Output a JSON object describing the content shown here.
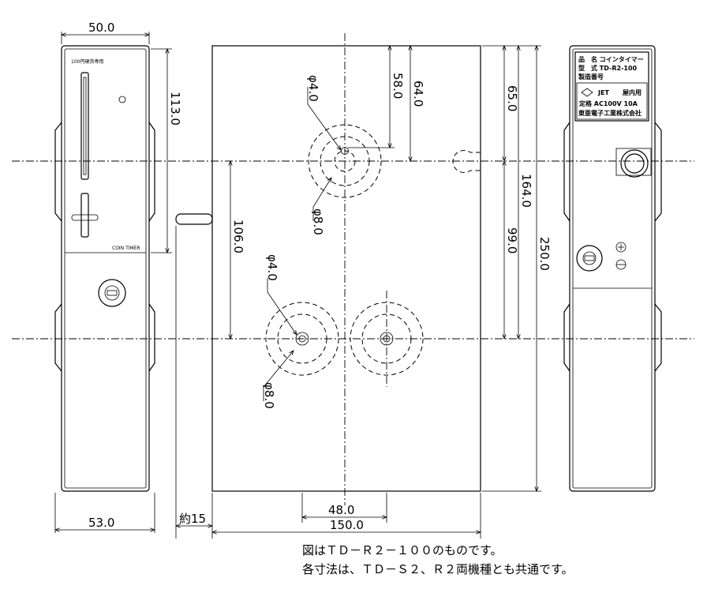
{
  "dimensions": {
    "width_front_top": "50.0",
    "width_front_bottom": "53.0",
    "height_slot": "113.0",
    "offset_15": "約15",
    "hole_spacing": "48.0",
    "plate_width": "150.0",
    "dist_58": "58.0",
    "dist_64": "64.0",
    "dist_65": "65.0",
    "dist_164": "164.0",
    "dist_99": "99.0",
    "dist_250": "250.0",
    "dist_106": "106.0",
    "dia_4_top": "φ4.0",
    "dia_8_top": "φ8.0",
    "dia_4_bottom": "φ4.0",
    "dia_8_bottom": "φ8.0"
  },
  "front": {
    "coin_label": "100円硬貨専用",
    "timer_label": "COIN TIMER"
  },
  "nameplate": {
    "row1": "品　名  コインタイマー",
    "row2": "型　式  TD-R2-100",
    "row3": "製造番号",
    "jet": "JET",
    "indoor": "屋内用",
    "rating": "定格 AC100V 10A",
    "maker": "東亜電子工業株式会社"
  },
  "notes": {
    "line1": "図はＴＤ－Ｒ２－１００のものです。",
    "line2": "各寸法は、ＴＤ－Ｓ２、Ｒ２両機種とも共通です。"
  }
}
